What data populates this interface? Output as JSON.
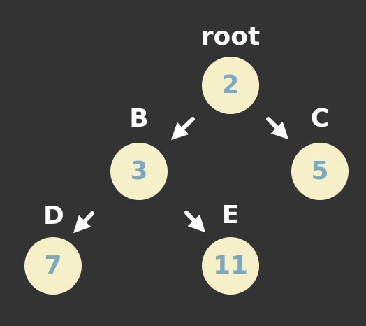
{
  "tree": {
    "labels": {
      "root": "root",
      "b": "B",
      "c": "C",
      "d": "D",
      "e": "E"
    },
    "values": {
      "root": "2",
      "b": "3",
      "c": "5",
      "d": "7",
      "e": "11"
    }
  },
  "colors": {
    "background": "#333333",
    "node_fill": "#f6f0c8",
    "node_text": "#7aa8c5",
    "label_text": "#ffffff",
    "arrow": "#ffffff"
  }
}
